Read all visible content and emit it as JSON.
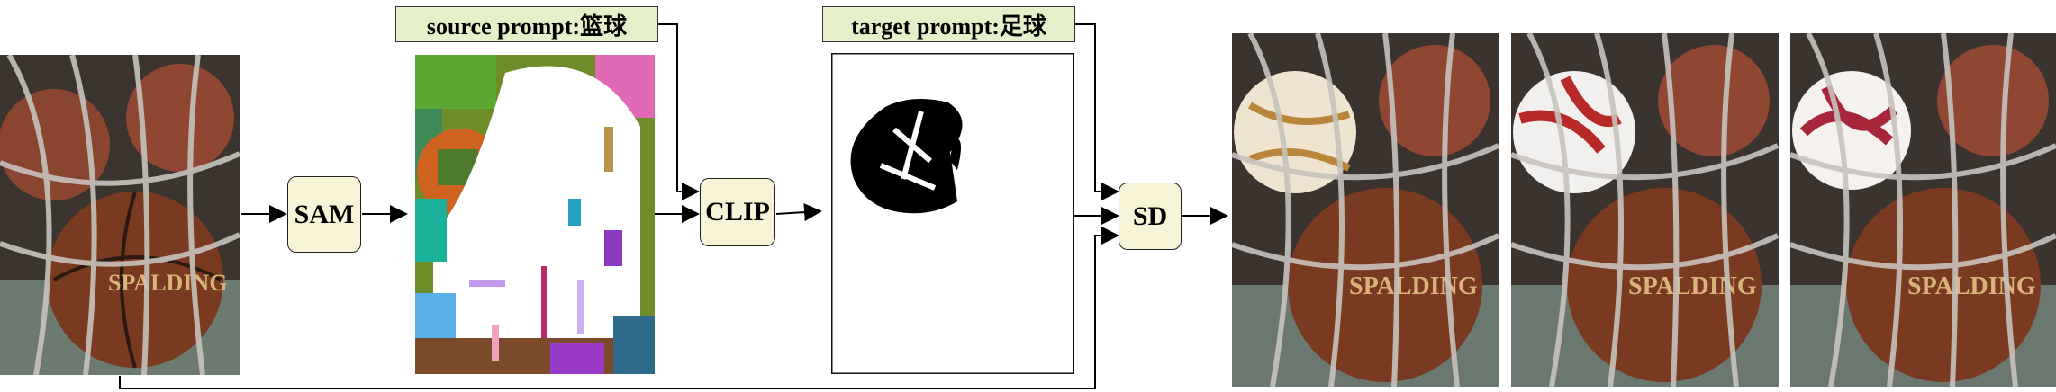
{
  "nodes": {
    "sam": "SAM",
    "clip": "CLIP",
    "sd": "SD"
  },
  "prompts": {
    "source": "source prompt:篮球",
    "target": "target prompt:足球"
  },
  "images": {
    "input": "basketball-in-chain-net-photo",
    "segmentation": "sam-segmentation-color-map",
    "mask": "clip-selected-ball-mask",
    "outputs": [
      "edited-photo-1",
      "edited-photo-2",
      "edited-photo-3"
    ]
  },
  "colors": {
    "node_fill": "#f7f3d6",
    "prompt_fill": "#e5efc9",
    "ball": "#7a3a22"
  }
}
